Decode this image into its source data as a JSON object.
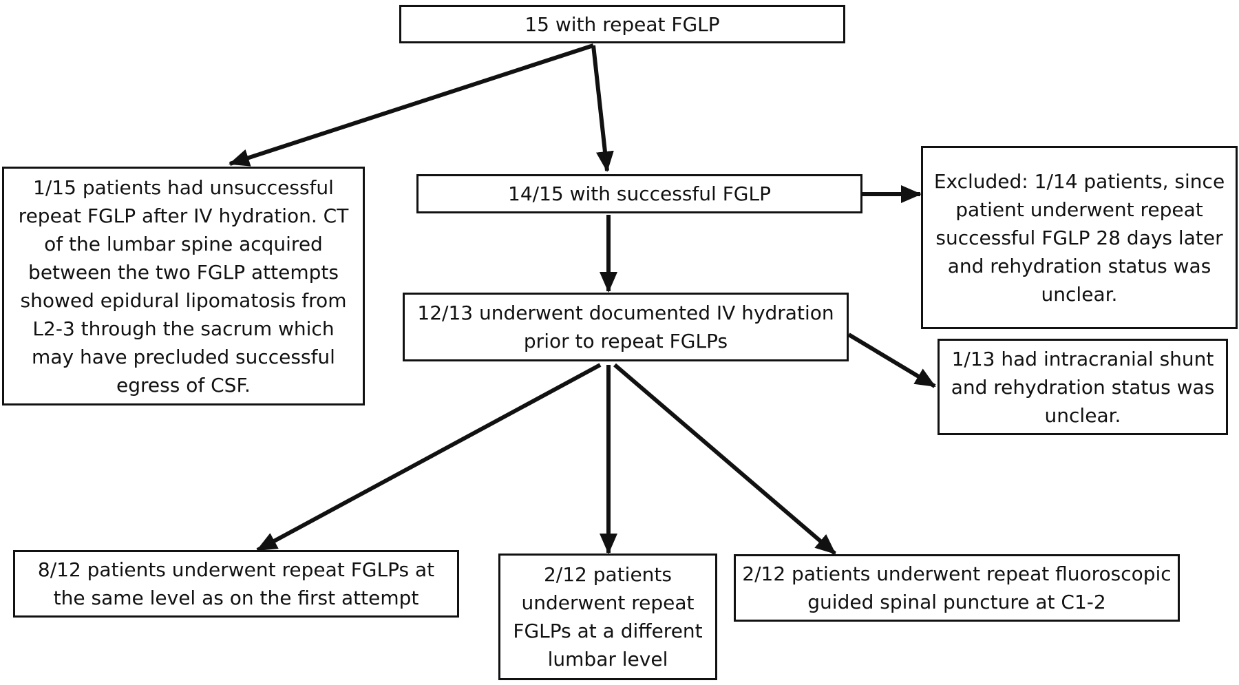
{
  "nodes": {
    "repeat": {
      "lines": [
        "15 with repeat FGLP"
      ]
    },
    "unsuccessful": {
      "lines": [
        "1/15 patients had unsuccessful",
        "repeat FGLP after IV hydration. CT",
        "of the lumbar spine acquired",
        "between the two FGLP attempts",
        "showed epidural lipomatosis from",
        "L2-3 through the sacrum which",
        "may have precluded successful",
        "egress of CSF."
      ]
    },
    "successful": {
      "lines": [
        "14/15 with successful FGLP"
      ]
    },
    "excluded": {
      "lines": [
        "Excluded: 1/14 patients, since",
        "patient underwent repeat",
        "successful FGLP 28 days later",
        "and rehydration status was",
        "unclear."
      ]
    },
    "hydration": {
      "lines": [
        "12/13 underwent documented IV hydration",
        "prior to repeat FGLPs"
      ]
    },
    "shunt": {
      "lines": [
        "1/13 had intracranial shunt",
        "and rehydration status was",
        "unclear."
      ]
    },
    "same_level": {
      "lines": [
        "8/12 patients underwent repeat FGLPs at",
        "the same level as on the first attempt"
      ]
    },
    "different_level": {
      "lines": [
        "2/12 patients",
        "underwent repeat",
        "FGLPs at a different",
        "lumbar level"
      ]
    },
    "c12": {
      "lines": [
        "2/12 patients underwent repeat fluoroscopic",
        "guided spinal puncture at C1-2"
      ]
    }
  },
  "edges": [
    {
      "from": "repeat",
      "to": "unsuccessful"
    },
    {
      "from": "repeat",
      "to": "successful"
    },
    {
      "from": "successful",
      "to": "excluded"
    },
    {
      "from": "successful",
      "to": "hydration"
    },
    {
      "from": "hydration",
      "to": "shunt"
    },
    {
      "from": "hydration",
      "to": "same_level"
    },
    {
      "from": "hydration",
      "to": "different_level"
    },
    {
      "from": "hydration",
      "to": "c12"
    }
  ]
}
